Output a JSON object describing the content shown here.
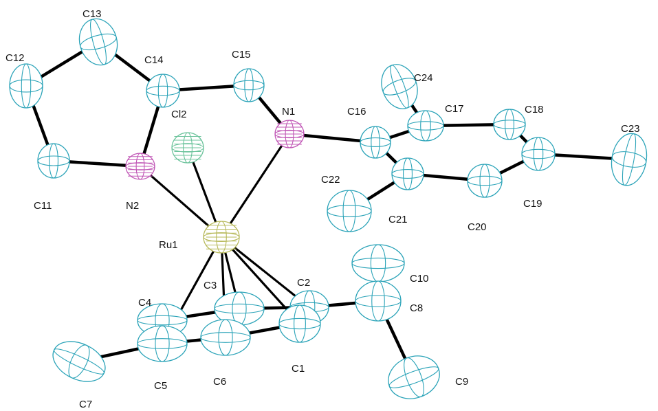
{
  "colors": {
    "carbon": "#2aa3b8",
    "nitrogen": "#c055b5",
    "chlorine": "#6bc39b",
    "ruthenium": "#b7b95a",
    "bond": "#000000",
    "label": "#111111"
  },
  "atoms": [
    {
      "id": "C13",
      "label": "C13",
      "element": "C"
    },
    {
      "id": "C12",
      "label": "C12",
      "element": "C"
    },
    {
      "id": "C14",
      "label": "C14",
      "element": "C"
    },
    {
      "id": "C15",
      "label": "C15",
      "element": "C"
    },
    {
      "id": "C24",
      "label": "C24",
      "element": "C"
    },
    {
      "id": "Cl2",
      "label": "Cl2",
      "element": "Cl"
    },
    {
      "id": "N1",
      "label": "N1",
      "element": "N"
    },
    {
      "id": "C17",
      "label": "C17",
      "element": "C"
    },
    {
      "id": "C16",
      "label": "C16",
      "element": "C"
    },
    {
      "id": "C18",
      "label": "C18",
      "element": "C"
    },
    {
      "id": "C23",
      "label": "C23",
      "element": "C"
    },
    {
      "id": "C11",
      "label": "C11",
      "element": "C"
    },
    {
      "id": "N2",
      "label": "N2",
      "element": "N"
    },
    {
      "id": "C22",
      "label": "C22",
      "element": "C"
    },
    {
      "id": "C21",
      "label": "C21",
      "element": "C"
    },
    {
      "id": "C19",
      "label": "C19",
      "element": "C"
    },
    {
      "id": "C20",
      "label": "C20",
      "element": "C"
    },
    {
      "id": "Ru1",
      "label": "Ru1",
      "element": "Ru"
    },
    {
      "id": "C10",
      "label": "C10",
      "element": "C"
    },
    {
      "id": "C4",
      "label": "C4",
      "element": "C"
    },
    {
      "id": "C3",
      "label": "C3",
      "element": "C"
    },
    {
      "id": "C2",
      "label": "C2",
      "element": "C"
    },
    {
      "id": "C8",
      "label": "C8",
      "element": "C"
    },
    {
      "id": "C1",
      "label": "C1",
      "element": "C"
    },
    {
      "id": "C5",
      "label": "C5",
      "element": "C"
    },
    {
      "id": "C6",
      "label": "C6",
      "element": "C"
    },
    {
      "id": "C9",
      "label": "C9",
      "element": "C"
    },
    {
      "id": "C7",
      "label": "C7",
      "element": "C"
    }
  ],
  "bonds": [
    [
      "C13",
      "C12"
    ],
    [
      "C13",
      "C14"
    ],
    [
      "C12",
      "C11"
    ],
    [
      "C11",
      "N2"
    ],
    [
      "N2",
      "C14"
    ],
    [
      "C14",
      "C15"
    ],
    [
      "C15",
      "N1"
    ],
    [
      "N1",
      "C16"
    ],
    [
      "C16",
      "C17"
    ],
    [
      "C16",
      "C21"
    ],
    [
      "C17",
      "C18"
    ],
    [
      "C17",
      "C24"
    ],
    [
      "C18",
      "C19"
    ],
    [
      "C19",
      "C20"
    ],
    [
      "C20",
      "C21"
    ],
    [
      "C21",
      "C22"
    ],
    [
      "C19",
      "C23"
    ],
    [
      "N2",
      "Ru1"
    ],
    [
      "N1",
      "Ru1"
    ],
    [
      "Cl2",
      "Ru1"
    ],
    [
      "Ru1",
      "C1"
    ],
    [
      "Ru1",
      "C2"
    ],
    [
      "Ru1",
      "C3"
    ],
    [
      "Ru1",
      "C6"
    ],
    [
      "Ru1",
      "C5"
    ],
    [
      "C1",
      "C2"
    ],
    [
      "C2",
      "C3"
    ],
    [
      "C3",
      "C4"
    ],
    [
      "C4",
      "C5"
    ],
    [
      "C5",
      "C6"
    ],
    [
      "C6",
      "C1"
    ],
    [
      "C5",
      "C7"
    ],
    [
      "C2",
      "C8"
    ],
    [
      "C8",
      "C9"
    ],
    [
      "C8",
      "C10"
    ]
  ]
}
